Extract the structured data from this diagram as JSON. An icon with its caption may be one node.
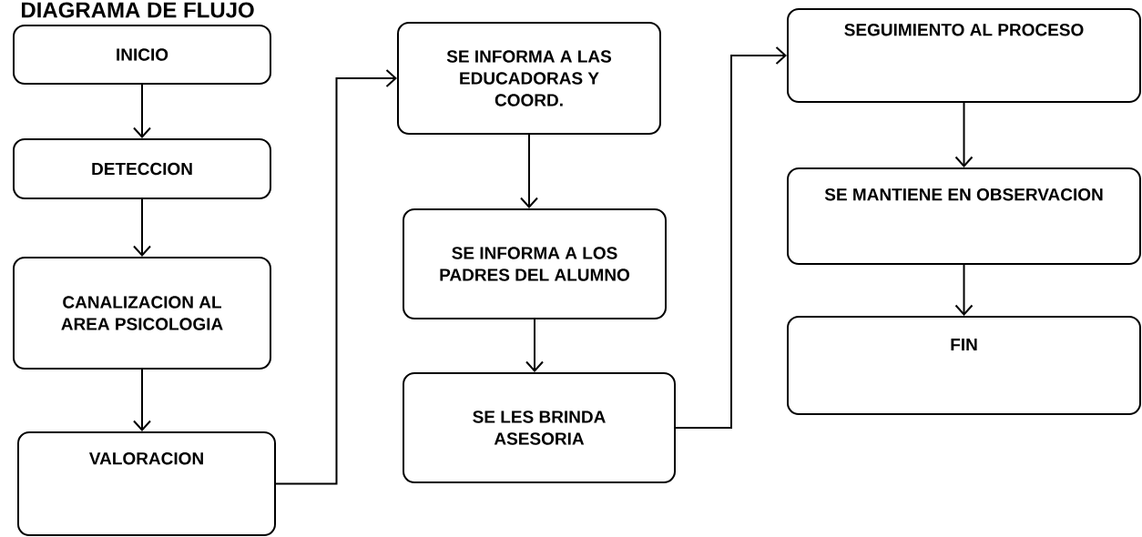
{
  "diagram": {
    "title": "DIAGRAMA DE FLUJO",
    "nodes": [
      {
        "text": [
          "INICIO"
        ]
      },
      {
        "text": [
          "DETECCION"
        ]
      },
      {
        "text": [
          "CANALIZACION AL AREA PSICOLOGIA"
        ]
      },
      {
        "text": [
          "VALORACION"
        ]
      },
      {
        "text": [
          "SE INFORMA A LAS EDUCADORAS Y COORD."
        ]
      },
      {
        "text": [
          "SE INFORMA A LOS PADRES DEL ALUMNO"
        ]
      },
      {
        "text": [
          "SE LES BRINDA ASESORIA"
        ]
      },
      {
        "text": [
          "SEGUIMIENTO AL PROCESO"
        ]
      },
      {
        "text": [
          "SE MANTIENE EN OBSERVACION"
        ]
      },
      {
        "text": [
          "FIN"
        ]
      }
    ],
    "edges": [
      {
        "from": 0,
        "to": 1,
        "arrow": "to"
      },
      {
        "from": 1,
        "to": 2,
        "arrow": "to"
      },
      {
        "from": 2,
        "to": 3,
        "arrow": "to"
      },
      {
        "from": 3,
        "to": 4,
        "arrow": "to"
      },
      {
        "from": 4,
        "to": 5,
        "arrow": "to"
      },
      {
        "from": 5,
        "to": 6,
        "arrow": "to"
      },
      {
        "from": 6,
        "to": 7,
        "arrow": "to"
      },
      {
        "from": 7,
        "to": 8,
        "arrow": "to"
      },
      {
        "from": 8,
        "to": 9,
        "arrow": "to"
      }
    ]
  }
}
